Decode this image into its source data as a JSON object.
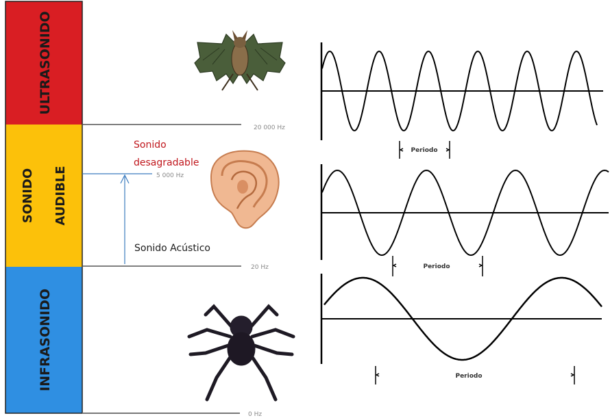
{
  "bands": [
    {
      "label": "ULTRASONIDO",
      "color": "#d91e23"
    },
    {
      "label": "SONIDO AUDIBLE",
      "line1": "SONIDO",
      "line2": "AUDIBLE",
      "color": "#fcc10a"
    },
    {
      "label": "INFRASONIDO",
      "color": "#2f8fe2"
    }
  ],
  "frequencies": {
    "ultra_limit": "20 000 Hz",
    "unpleasant_limit": "5 000 Hz",
    "audible_limit": "20 Hz",
    "zero": "0 Hz"
  },
  "annotations": {
    "unpleasant_line1": "Sonido",
    "unpleasant_line2": "desagradable",
    "acoustic": "Sonido Acústico",
    "unpleasant_color": "#c0161c",
    "acoustic_color": "#1a1a1a",
    "arrow_color": "#3a7bbf"
  },
  "images": {
    "ultra": "bat",
    "audible": "ear",
    "infra": "spider"
  },
  "waves": {
    "period_label": "Periodo"
  }
}
